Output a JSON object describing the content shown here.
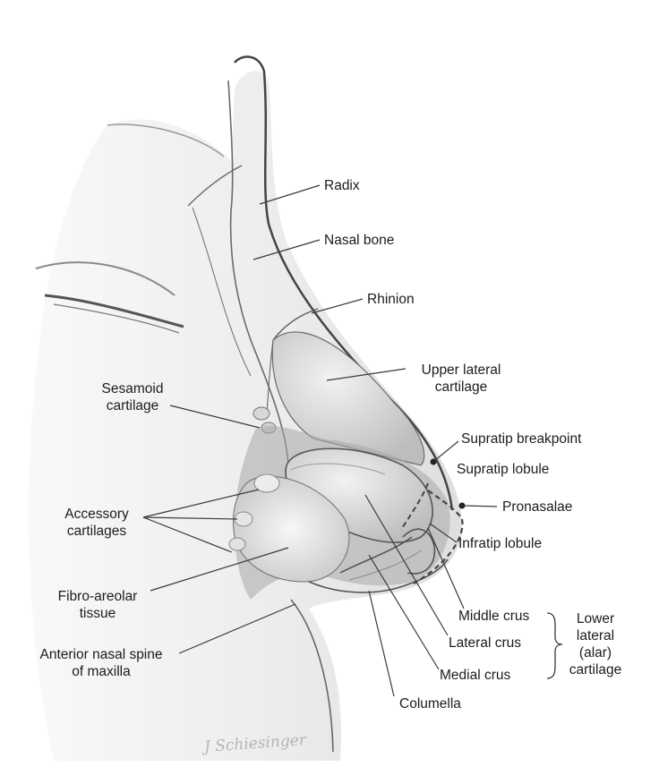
{
  "labels": {
    "radix": "Radix",
    "nasal_bone": "Nasal bone",
    "rhinion": "Rhinion",
    "upper_lateral_1": "Upper lateral",
    "upper_lateral_2": "cartilage",
    "sesamoid_1": "Sesamoid",
    "sesamoid_2": "cartilage",
    "supratip_breakpoint": "Supratip breakpoint",
    "supratip_lobule": "Supratip lobule",
    "pronasalae": "Pronasalae",
    "infratip_lobule": "Infratip lobule",
    "accessory_1": "Accessory",
    "accessory_2": "cartilages",
    "fibro_1": "Fibro-areolar",
    "fibro_2": "tissue",
    "middle_crus": "Middle crus",
    "lateral_crus": "Lateral crus",
    "medial_crus": "Medial crus",
    "lower_lateral_1": "Lower",
    "lower_lateral_2": "lateral",
    "lower_lateral_3": "(alar)",
    "lower_lateral_4": "cartilage",
    "anterior_spine_1": "Anterior nasal spine",
    "anterior_spine_2": "of maxilla",
    "columella": "Columella"
  },
  "signature": "J Schiesinger",
  "colors": {
    "line": "#3a3a3a",
    "shade": "#cfcfcf",
    "text": "#1c1c1c"
  }
}
